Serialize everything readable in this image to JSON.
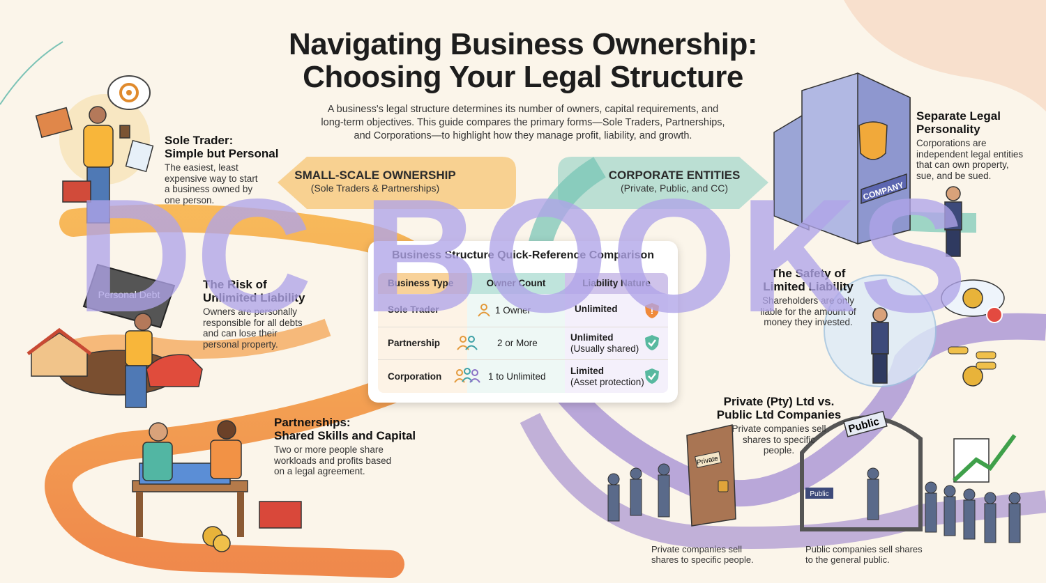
{
  "title_line1": "Navigating Business Ownership:",
  "title_line2": "Choosing Your Legal Structure",
  "intro": "A business's legal structure determines its number of owners, capital requirements, and long-term objectives. This guide compares the primary forms—Sole Traders, Partnerships, and Corporations—to highlight how they manage profit, liability, and growth.",
  "left_banner": {
    "title": "SMALL-SCALE OWNERSHIP",
    "subtitle": "(Sole Traders & Partnerships)"
  },
  "right_banner": {
    "title": "CORPORATE ENTITIES",
    "subtitle": "(Private, Public, and CC)"
  },
  "sole_trader": {
    "heading_1": "Sole Trader:",
    "heading_2": "Simple but Personal",
    "text": "The easiest, least expensive way to start a business owned by one person."
  },
  "unlimited": {
    "heading_1": "The Risk of",
    "heading_2": "Unlimited Liability",
    "text": "Owners are personally responsible for all debts and can lose their personal property.",
    "debt_label": "Personal Debt"
  },
  "partnerships": {
    "heading_1": "Partnerships:",
    "heading_2": "Shared Skills and Capital",
    "text": "Two or more people share workloads and profits based on a legal agreement."
  },
  "separate": {
    "heading_1": "Separate Legal",
    "heading_2": "Personality",
    "text": "Corporations are independent legal entities that can own property, sue, and be sued.",
    "building_sign": "COMPANY"
  },
  "limited": {
    "heading_1": "The Safety of",
    "heading_2": "Limited Liability",
    "text": "Shareholders are only liable for the amount of money they invested."
  },
  "pty": {
    "heading_1": "Private (Pty) Ltd vs.",
    "heading_2": "Public Ltd Companies",
    "text": "Private companies sell shares to specific people.",
    "private_sign": "Private",
    "public_arch": "Public",
    "public_gate": "Public"
  },
  "captions": {
    "private": "Private companies sell shares to specific people.",
    "public": "Public companies sell shares to the general public."
  },
  "table": {
    "title": "Business Structure Quick-Reference Comparison",
    "headers": [
      "Business Type",
      "Owner Count",
      "Liability Nature"
    ],
    "rows": [
      {
        "type": "Sole Trader",
        "owners": "1 Owner",
        "liability": "Unlimited",
        "liability_note": "",
        "status": "warning"
      },
      {
        "type": "Partnership",
        "owners": "2 or More",
        "liability": "Unlimited",
        "liability_note": "(Usually shared)",
        "status": "shield"
      },
      {
        "type": "Corporation",
        "owners": "1 to Unlimited",
        "liability": "Limited",
        "liability_note": "(Asset protection)",
        "status": "shield"
      }
    ]
  },
  "watermark": "DC BOOKS",
  "colors": {
    "orange": "#f2a546",
    "teal": "#6cc2b4",
    "purple": "#9b84cc",
    "warning": "#f08a3a",
    "shield": "#58b9a0"
  }
}
